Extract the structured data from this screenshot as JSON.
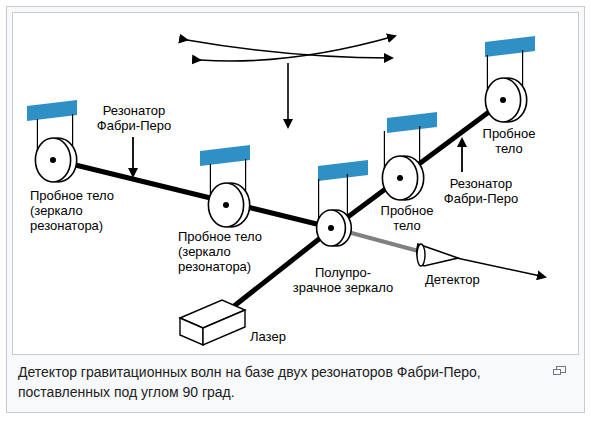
{
  "diagram": {
    "caption": "Детектор гравитационных волн на базе двух резонаторов Фабри-Перо, поставленных под углом 90 град.",
    "labels": [
      "Резонатор Фабри-Перо",
      "Пробное тело (зеркало резонатора)",
      "Пробное тело (зеркало резонатора)",
      "Полупро- зрачное зеркало",
      "Пробное тело",
      "Пробное тело",
      "Резонатор Фабри-Перо",
      "Детектор",
      "Лазер"
    ]
  }
}
